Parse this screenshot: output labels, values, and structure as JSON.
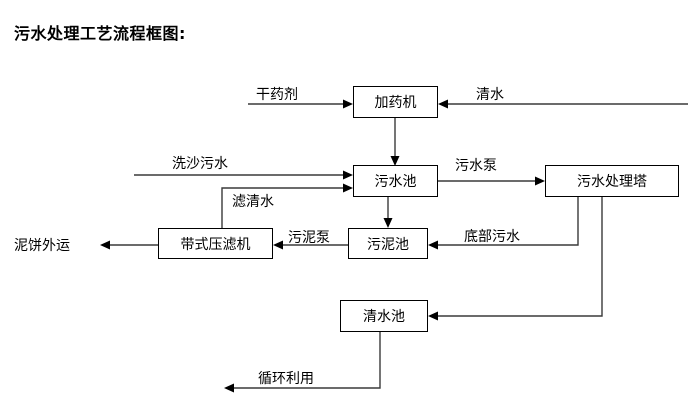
{
  "title": "污水处理工艺流程框图:",
  "diagram": {
    "nodes": [
      {
        "id": "dosing_machine",
        "label": "加药机"
      },
      {
        "id": "wastewater_pool",
        "label": "污水池"
      },
      {
        "id": "treatment_tower",
        "label": "污水处理塔"
      },
      {
        "id": "belt_filter_press",
        "label": "带式压滤机"
      },
      {
        "id": "sludge_pool",
        "label": "污泥池"
      },
      {
        "id": "clear_water_pool",
        "label": "清水池"
      }
    ],
    "edge_labels": [
      {
        "id": "dry_chemical",
        "label": "干药剂"
      },
      {
        "id": "clean_water",
        "label": "清水"
      },
      {
        "id": "sand_wash_wastewater",
        "label": "洗沙污水"
      },
      {
        "id": "filtered_clear_water",
        "label": "滤清水"
      },
      {
        "id": "wastewater_pump",
        "label": "污水泵"
      },
      {
        "id": "sludge_pump",
        "label": "污泥泵"
      },
      {
        "id": "bottom_wastewater",
        "label": "底部污水"
      },
      {
        "id": "mud_cake_output",
        "label": "泥饼外运"
      },
      {
        "id": "recycle_reuse",
        "label": "循环利用"
      }
    ]
  },
  "colors": {
    "line": "#3a3a3a",
    "text": "#000000",
    "background": "#ffffff"
  }
}
